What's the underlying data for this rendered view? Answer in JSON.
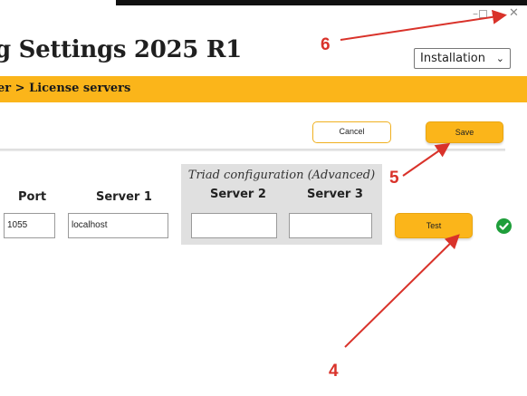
{
  "window": {
    "title": "g Settings 2025 R1",
    "minimize_glyph": "–",
    "close_glyph": "✕"
  },
  "mode_select": {
    "value": "Installation",
    "chevron": "⌄"
  },
  "breadcrumb": "er > License servers",
  "toolbar": {
    "cancel_label": "Cancel",
    "save_label": "Save"
  },
  "triad": {
    "label": "Triad configuration (Advanced)"
  },
  "columns": {
    "port": "Port",
    "server1": "Server 1",
    "server2": "Server 2",
    "server3": "Server 3"
  },
  "fields": {
    "port": "1055",
    "server1": "localhost",
    "server2": "",
    "server3": ""
  },
  "test_label": "Test",
  "status_icon": "check-circle-icon",
  "colors": {
    "accent": "#fbb51a",
    "success": "#1e9e3a",
    "annotation": "#d9322a"
  },
  "annotations": [
    "6",
    "5",
    "4"
  ]
}
